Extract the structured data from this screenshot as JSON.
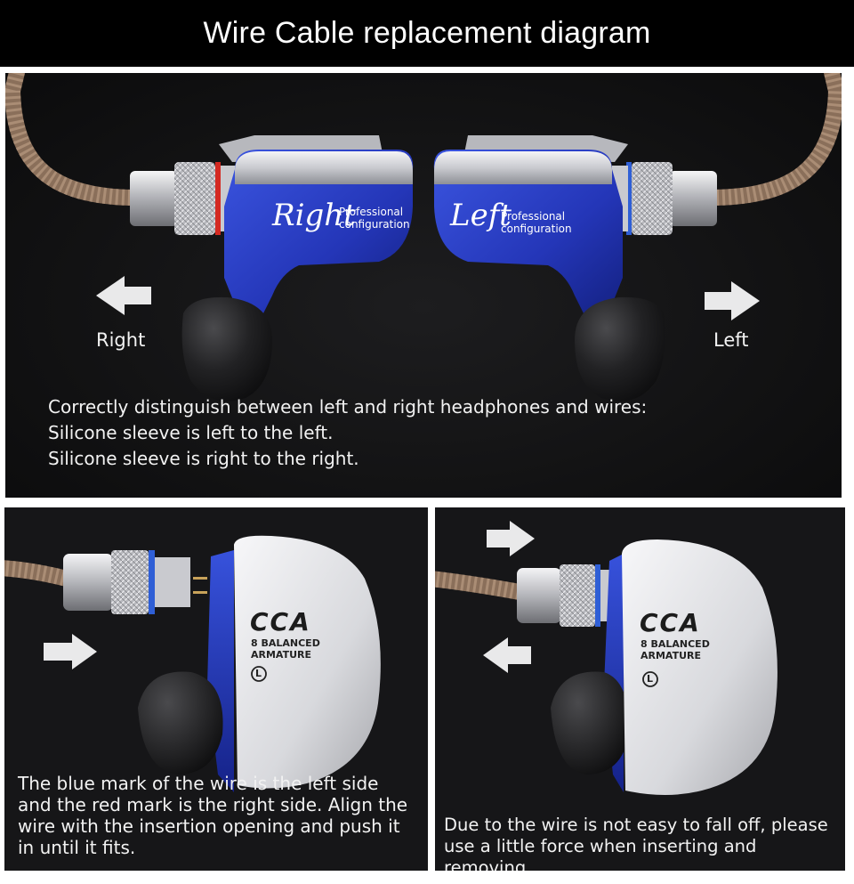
{
  "header": {
    "title": "Wire Cable replacement diagram"
  },
  "top_panel": {
    "right_shell_script": "Right",
    "right_shell_caption_line1": "Professional",
    "right_shell_caption_line2": "configuration",
    "left_shell_script": "Left",
    "left_shell_caption_line1": "Professional",
    "left_shell_caption_line2": "configuration",
    "right_label": "Right",
    "left_label": "Left",
    "description": [
      "Correctly distinguish between left and right headphones and wires:",
      "Silicone sleeve is left to the left.",
      "Silicone sleeve is right to the right."
    ]
  },
  "bottom_left_panel": {
    "brand": "CCA",
    "model_line1": "8 BALANCED",
    "model_line2": "ARMATURE",
    "side_badge": "L",
    "description": [
      "The blue mark of the wire is the left side",
      "and the red mark is the right side. Align the",
      "wire with the insertion opening and push it",
      "in until it fits."
    ]
  },
  "bottom_right_panel": {
    "brand": "CCA",
    "model_line1": "8 BALANCED",
    "model_line2": "ARMATURE",
    "side_badge": "L",
    "description": [
      "Due to the wire is not easy to fall off, please",
      "use a little force when inserting and removing."
    ]
  },
  "colors": {
    "header_bg": "#000000",
    "shell_blue": "#2a3fc4",
    "faceplate_silver": "#d9dade",
    "left_marker": "#2f5fd6",
    "right_marker": "#d42a22",
    "cable": "#8a6f5a",
    "eartip": "#1b1b1c"
  }
}
